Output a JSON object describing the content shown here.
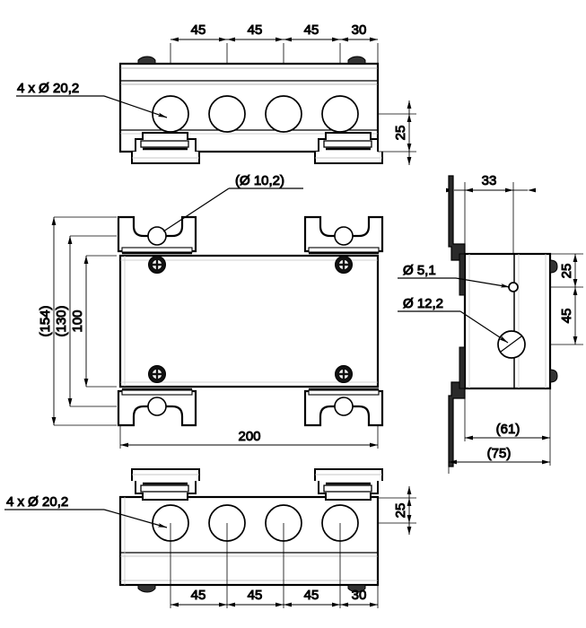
{
  "drawing": {
    "type": "technical-mechanical-drawing",
    "subject": "enclosure-with-din-rail-brackets",
    "units": "mm",
    "line_color": "#000000",
    "fill_color": "#ffffff",
    "shade_color": "#d9d9d9"
  },
  "views": {
    "top": {
      "name": "top-view",
      "dimensions_chain": [
        "45",
        "45",
        "45",
        "30"
      ],
      "callout": "4 x Ø 20,2",
      "height_dim": "25",
      "hole_count": 4
    },
    "plan": {
      "name": "plan-view",
      "callout": "(Ø 10,2)",
      "width_dim": "200",
      "height_dims": [
        "(154)",
        "(130)",
        "100"
      ],
      "screw_count": 4
    },
    "side": {
      "name": "right-side-view",
      "top_dim": "33",
      "right_dims": [
        "25",
        "45"
      ],
      "bottom_dims": [
        "(61)",
        "(75)"
      ],
      "callouts": [
        "Ø 5,1",
        "Ø 12,2"
      ]
    },
    "bottom": {
      "name": "bottom-view",
      "dimensions_chain": [
        "45",
        "45",
        "45",
        "30"
      ],
      "callout": "4 x Ø 20,2",
      "height_dim": "25",
      "hole_count": 4
    }
  },
  "labels": {
    "d45_a": "45",
    "d45_b": "45",
    "d45_c": "45",
    "d30": "30",
    "d25_top": "25",
    "callout_holes_top": "4 x Ø 20,2",
    "callout_d102": "(Ø 10,2)",
    "d154": "(154)",
    "d130": "(130)",
    "d100": "100",
    "d200": "200",
    "d33": "33",
    "callout_d51": "Ø 5,1",
    "callout_d122": "Ø 12,2",
    "d25_side": "25",
    "d45_side": "45",
    "d61": "(61)",
    "d75": "(75)",
    "d45_d": "45",
    "d45_e": "45",
    "d45_f": "45",
    "d30_b": "30",
    "d25_bottom": "25",
    "callout_holes_bottom": "4 x Ø 20,2"
  }
}
